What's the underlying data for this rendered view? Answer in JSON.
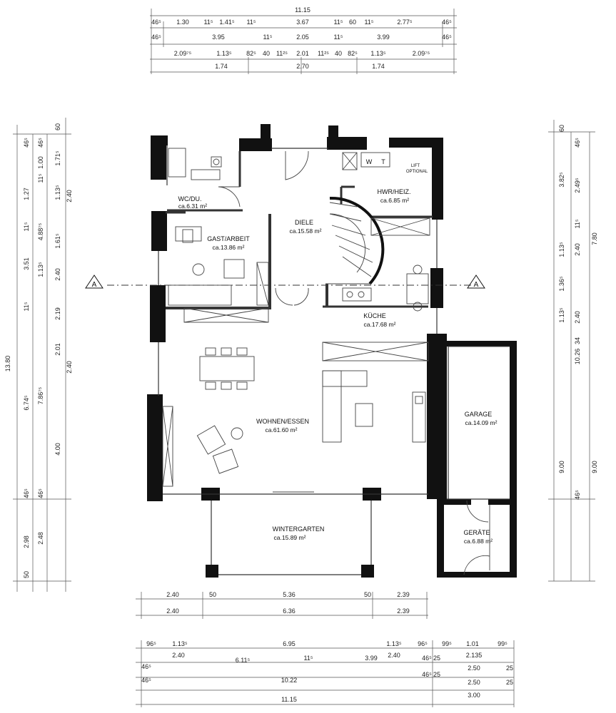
{
  "rooms": {
    "wc": {
      "name": "WC/DU.",
      "area": "ca.6.31 m²"
    },
    "hwr": {
      "name": "HWR/HEIZ.",
      "area": "ca.6.85 m²"
    },
    "lift": {
      "name": "LIFT",
      "sub": "OPTIONAL"
    },
    "gast": {
      "name": "GAST/ARBEIT",
      "area": "ca.13.86 m²"
    },
    "diele": {
      "name": "DIELE",
      "area": "ca.15.58 m²"
    },
    "kueche": {
      "name": "KÜCHE",
      "area": "ca.17.68 m²"
    },
    "wohnen": {
      "name": "WOHNEN/ESSEN",
      "area": "ca.61.60 m²"
    },
    "garage": {
      "name": "GARAGE",
      "area": "ca.14.09 m²"
    },
    "wintergarten": {
      "name": "WINTERGARTEN",
      "area": "ca.15.89 m²"
    },
    "geraete": {
      "name": "GERÄTE",
      "area": "ca.6.88 m²"
    }
  },
  "fixtures": {
    "w": "W",
    "t": "T"
  },
  "section": {
    "left": "A",
    "right": "A"
  },
  "top_dims": {
    "total": "11.15",
    "row1": [
      "46⁵",
      "1.30",
      "11⁵",
      "1.41⁵",
      "11⁵",
      "3.67",
      "11⁵",
      "60",
      "11⁵",
      "2.77⁵",
      "46⁵"
    ],
    "row2": [
      "46⁵",
      "3.95",
      "11⁵",
      "2.05",
      "11⁵",
      "3.99",
      "46⁵"
    ],
    "row3": [
      "2.09⁷⁵",
      "1.13⁵",
      "82⁵",
      "40",
      "11²⁵",
      "2.01",
      "11²⁵",
      "40",
      "82⁵",
      "1.13⁵",
      "2.09⁷⁵"
    ],
    "row4": [
      "1.74",
      "2.70",
      "1.74"
    ]
  },
  "bottom_dims": {
    "rowA": [
      "2.40",
      "50",
      "5.36",
      "50",
      "2.39"
    ],
    "rowB": [
      "2.40",
      "6.36",
      "2.39"
    ],
    "row1": [
      "96⁵",
      "1.13⁵",
      "6.95",
      "1.13⁵",
      "96⁵",
      "99⁵",
      "1.01",
      "99⁵"
    ],
    "row2": [
      "2.40",
      "2.40",
      "2.135"
    ],
    "row3": [
      "46⁵",
      "6.11⁵",
      "11⁵",
      "3.99",
      "46⁵",
      "25",
      "2.50",
      "25"
    ],
    "row4": [
      "46⁵",
      "10.22",
      "46⁵",
      "25",
      "2.50",
      "25"
    ],
    "row5": [
      "11.15",
      "3.00"
    ]
  },
  "left_dims": {
    "total": "13.80",
    "c2": [
      "46⁵",
      "1.27",
      "11⁵",
      "3.51",
      "11⁵",
      "6.74⁵",
      "46⁵",
      "2.98",
      "50"
    ],
    "c3": [
      "46⁵",
      "1.00",
      "11⁵",
      "4.88⁷⁵",
      "1.13⁵",
      "7.86⁷⁵",
      "46⁵",
      "2.48"
    ],
    "c4": [
      "60",
      "1.71⁵",
      "1.13⁵",
      "2.40",
      "1.61⁵",
      "2.40",
      "2.19",
      "2.01",
      "2.40",
      "4.00"
    ]
  },
  "right_dims": {
    "c1": [
      "60",
      "46⁵",
      "2.49⁵",
      "11⁵",
      "2.40",
      "1.36⁵",
      "2.40",
      "34",
      "46⁵"
    ],
    "c2": [
      "3.82⁵",
      "1.13⁵",
      "1.13⁵",
      "10.26",
      "9.00"
    ],
    "c3": [
      "7.80",
      "9.00"
    ]
  }
}
